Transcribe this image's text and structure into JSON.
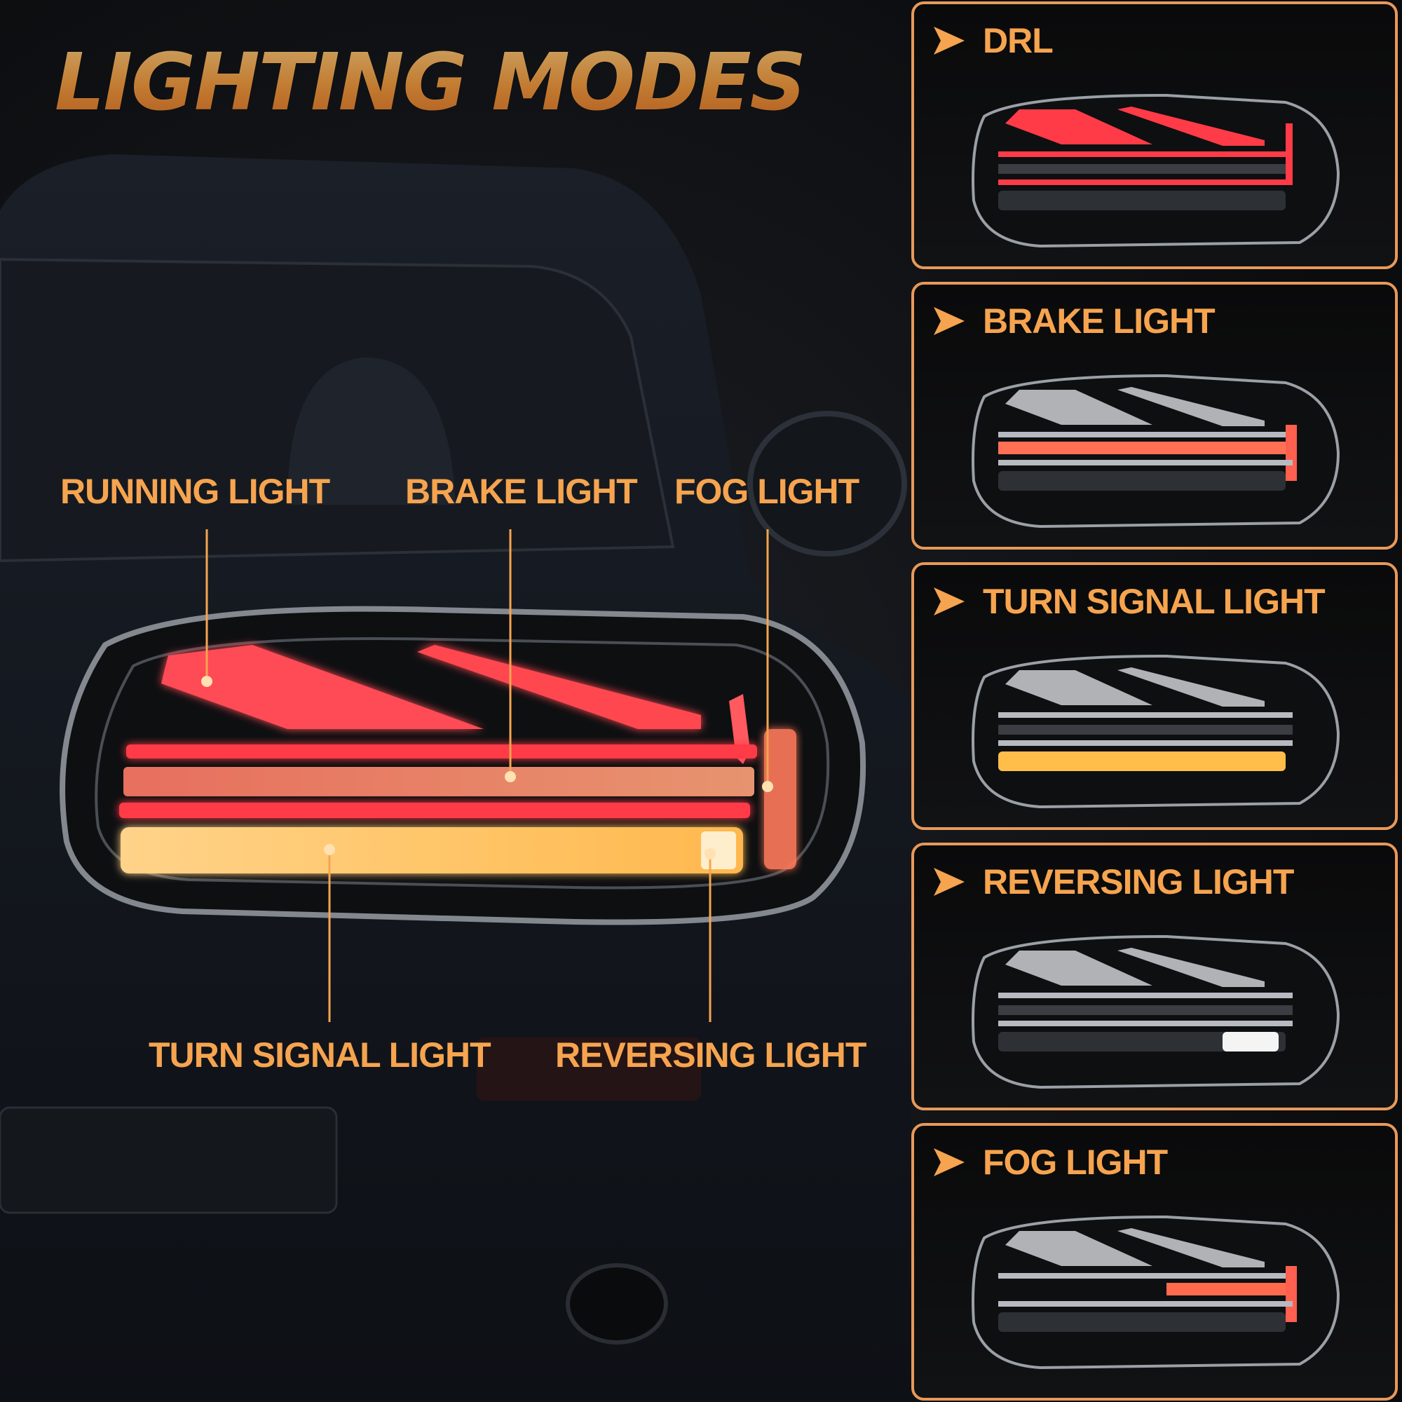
{
  "title": "LIGHTING MODES",
  "callouts": {
    "running": "RUNNING LIGHT",
    "brake": "BRAKE LIGHT",
    "fog": "FOG LIGHT",
    "turn": "TURN SIGNAL LIGHT",
    "reversing": "REVERSING LIGHT"
  },
  "panels": [
    {
      "label": "DRL"
    },
    {
      "label": "BRAKE LIGHT"
    },
    {
      "label": "TURN SIGNAL LIGHT"
    },
    {
      "label": "REVERSING LIGHT"
    },
    {
      "label": "FOG LIGHT"
    }
  ],
  "colors": {
    "accent": "#f6a44f",
    "border": "#e8995a",
    "red_led": "#ff3b47",
    "amber_led": "#ffb23a",
    "white_led": "#f4f4f4"
  },
  "icons": {
    "panel_marker": "arrow-right-icon"
  }
}
